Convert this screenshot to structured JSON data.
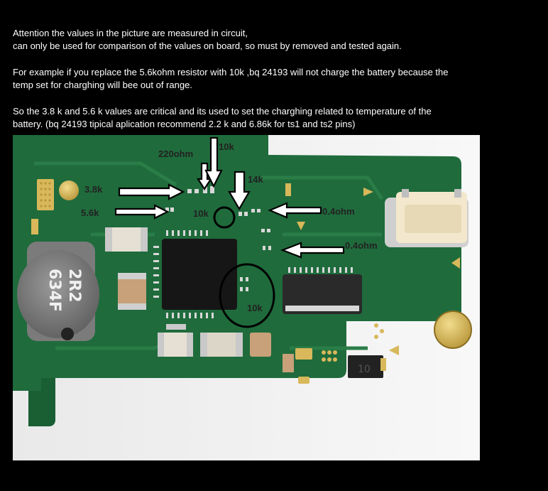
{
  "note": {
    "paragraph_1": [
      "Attention the values in the picture are measured in circuit,",
      "can only be used for comparison of the values on board, so must by removed and tested again."
    ],
    "paragraph_2": [
      "For example if you replace the 5.6kohm resistor with 10k ,bq 24193 will not charge the battery because the",
      "temp set for charghing will bee out of range."
    ],
    "paragraph_3": [
      "So the 3.8 k and 5.6 k values are critical and its used to set the charghing related to temperature of the",
      "battery. (bq 24193 tipical aplication recommend 2.2 k and 6.86k for ts1 and ts2 pins)"
    ]
  },
  "annotations": {
    "r_220": "220ohm",
    "r_10k_top": "10k",
    "r_14k": "14k",
    "r_3_8k": "3.8k",
    "r_5_6k": "5.6k",
    "r_10k_mid": "10k",
    "r_0_4_a": "0.4ohm",
    "r_0_4_b": "0.4ohm",
    "r_10k_circle": "10k"
  },
  "silkscreen": {
    "line_1": "2R2",
    "line_2": "634F",
    "chip_mark": "10"
  },
  "colors": {
    "pcb": "#1f6b3c",
    "pcb_dark": "#154f2c",
    "arrow_outline": "#000000",
    "arrow_fill": "#ffffff"
  }
}
